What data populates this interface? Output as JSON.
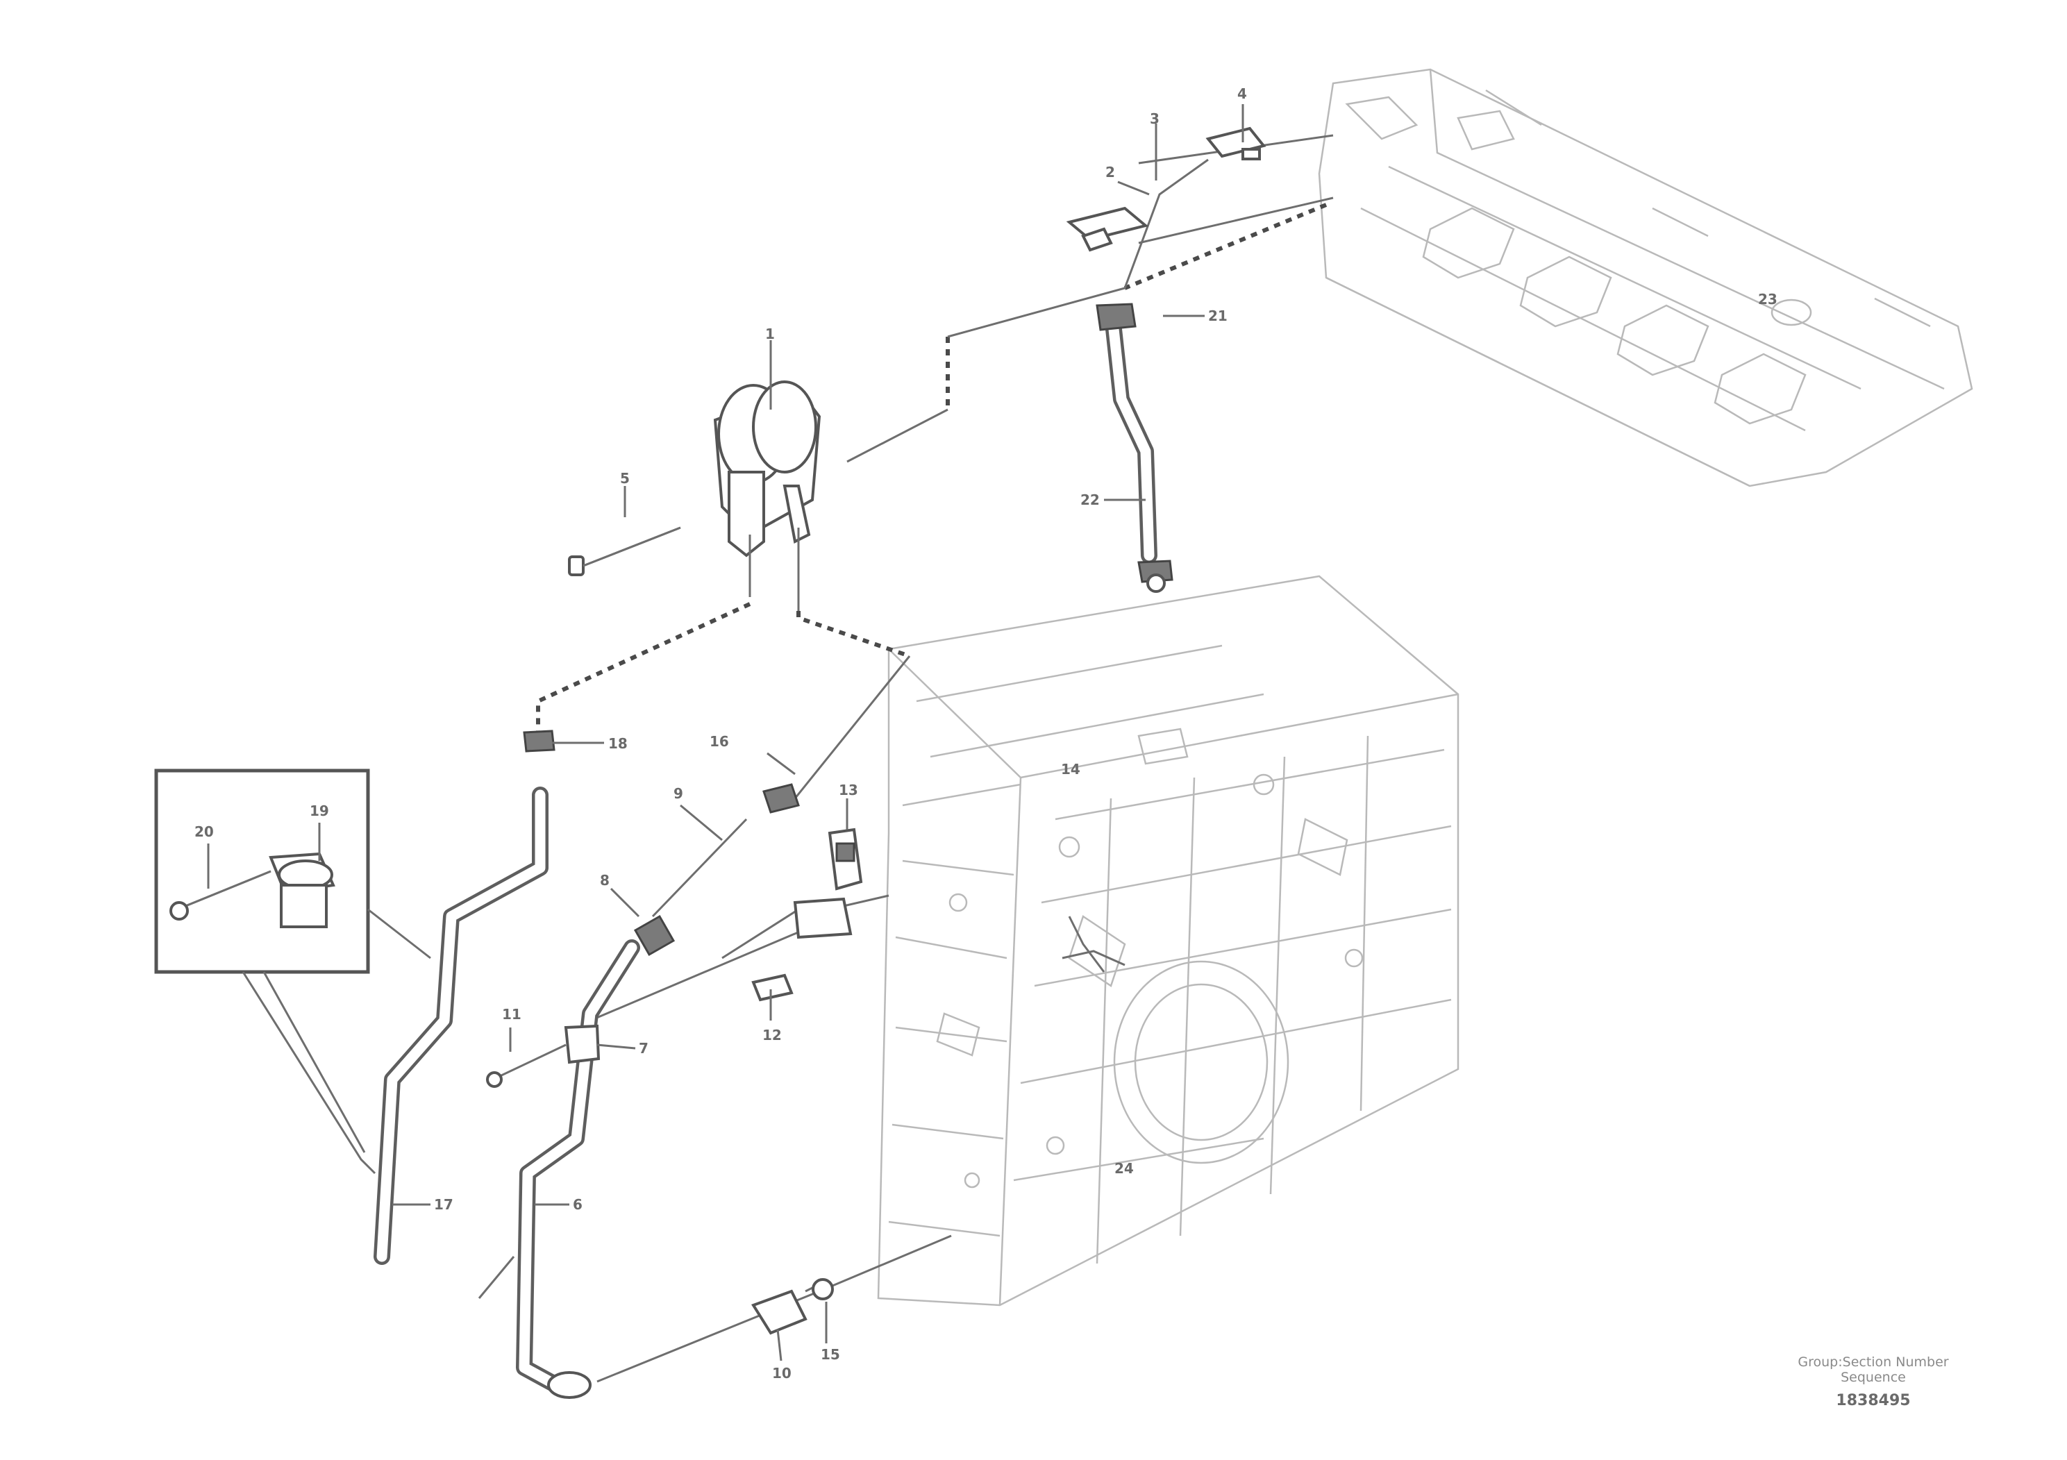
{
  "diagram": {
    "labels": {
      "l1": "1",
      "l2": "2",
      "l3": "3",
      "l4": "4",
      "l5": "5",
      "l6": "6",
      "l7": "7",
      "l8": "8",
      "l9": "9",
      "l10": "10",
      "l11": "11",
      "l12": "12",
      "l13": "13",
      "l14": "14",
      "l15": "15",
      "l16": "16",
      "l17": "17",
      "l18": "18",
      "l19": "19",
      "l20": "20",
      "l21": "21",
      "l22": "22",
      "l23": "23",
      "l24": "24"
    },
    "reference_line1": "Group:Section Number",
    "reference_line2": "Sequence",
    "drawing_code": "1838495"
  }
}
